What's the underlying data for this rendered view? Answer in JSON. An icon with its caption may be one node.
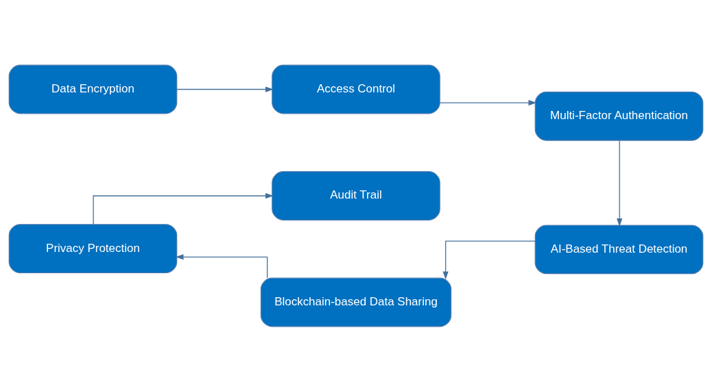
{
  "diagram": {
    "nodes": [
      {
        "text": [
          "Data Encryption"
        ]
      },
      {
        "text": [
          "Access Control"
        ]
      },
      {
        "text": [
          "Multi-Factor Authentication"
        ]
      },
      {
        "text": [
          "Privacy Protection"
        ]
      },
      {
        "text": [
          "Blockchain-based Data Sharing"
        ]
      },
      {
        "text": [
          "AI-Based Threat Detection"
        ]
      },
      {
        "text": [
          "Audit Trail"
        ]
      }
    ],
    "edges": [
      {
        "from": 0,
        "to": 1,
        "arrow": "to"
      },
      {
        "from": 1,
        "to": 2,
        "arrow": "to"
      },
      {
        "from": 2,
        "to": 5,
        "arrow": "to"
      },
      {
        "from": 5,
        "to": 4,
        "arrow": "to"
      },
      {
        "from": 4,
        "to": 3,
        "arrow": "to"
      },
      {
        "from": 3,
        "to": 6,
        "arrow": "to"
      }
    ]
  }
}
